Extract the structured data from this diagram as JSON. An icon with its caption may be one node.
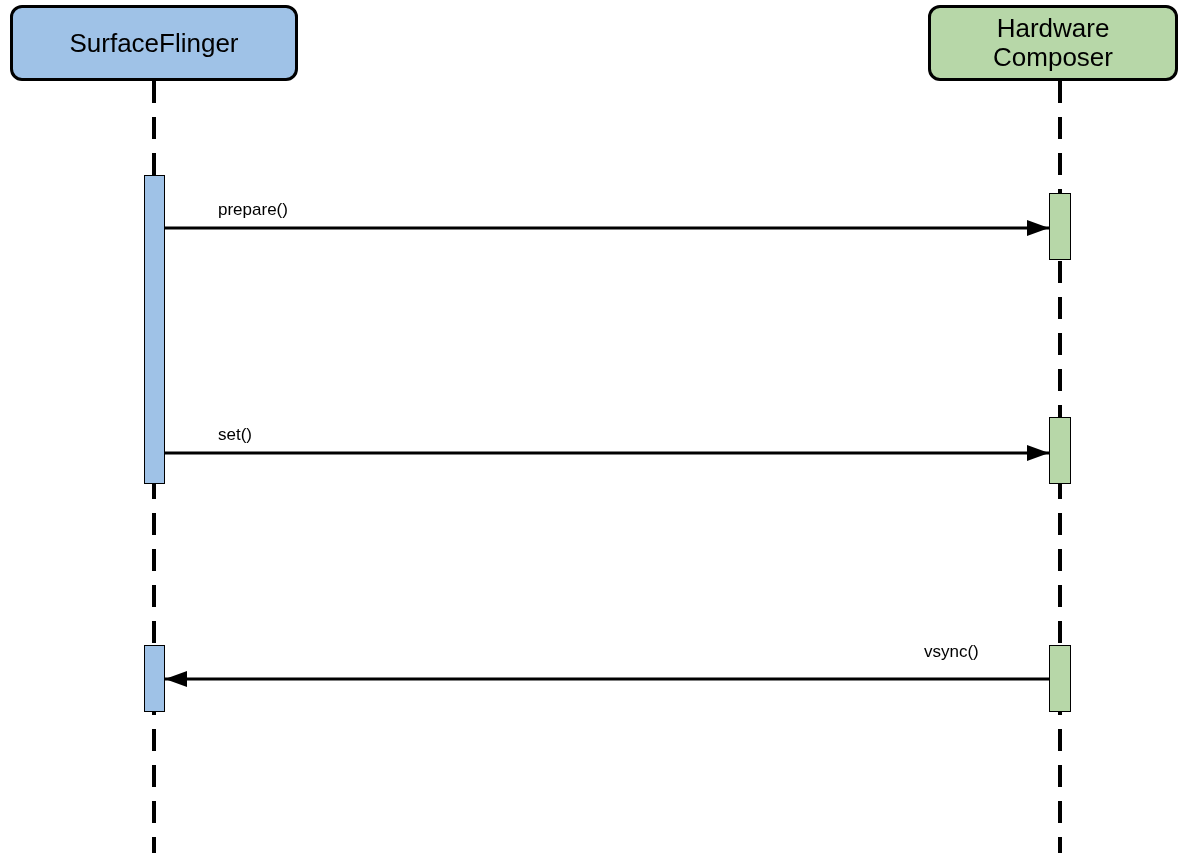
{
  "diagram": {
    "nodes": [
      {
        "text": [
          "SurfaceFlinger"
        ]
      },
      {
        "text": [
          "Hardware Composer"
        ]
      },
      {
        "text": [],
        "shape": "bar"
      },
      {
        "text": [],
        "shape": "bar"
      },
      {
        "text": [],
        "shape": "bar"
      },
      {
        "text": [],
        "shape": "bar"
      },
      {
        "text": [],
        "shape": "bar"
      }
    ],
    "edges": [
      {
        "from": 2,
        "to": 3,
        "arrow": "to",
        "label": "prepare()"
      },
      {
        "from": 2,
        "to": 4,
        "arrow": "to",
        "label": "set()"
      },
      {
        "from": 6,
        "to": 5,
        "arrow": "to",
        "label": "vsync()"
      }
    ]
  }
}
